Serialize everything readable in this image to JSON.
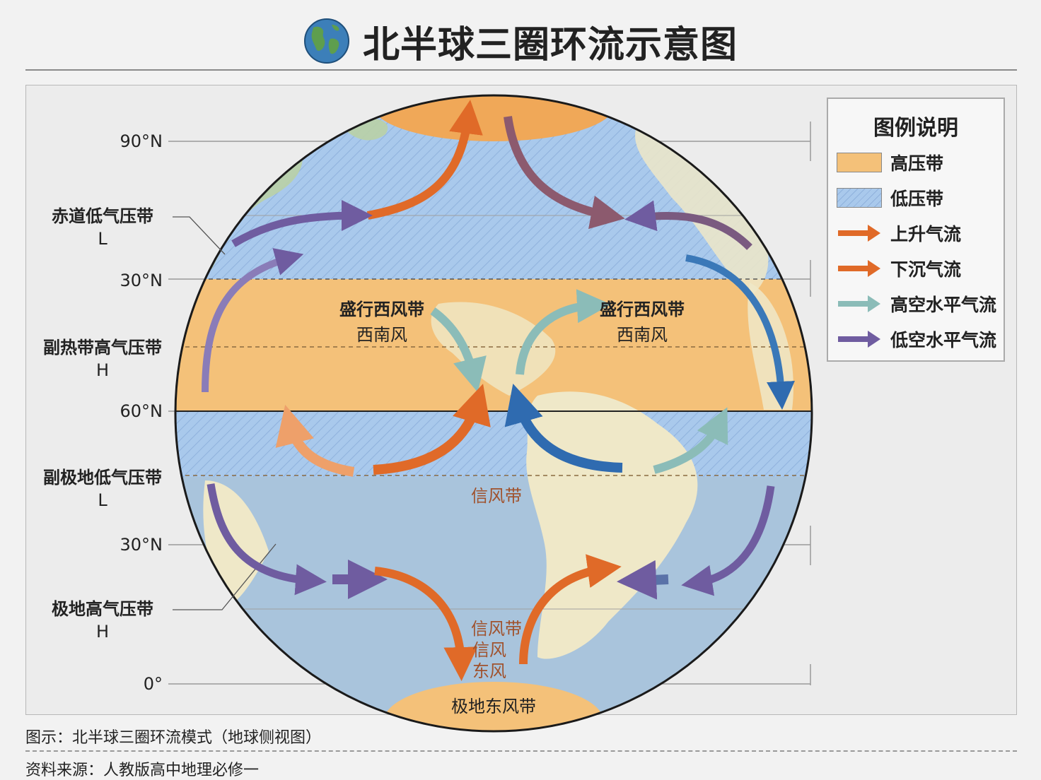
{
  "header": {
    "title": "北半球三圈环流示意图",
    "globe_icon": "globe-icon"
  },
  "latitudes": [
    "90°N",
    "30°N",
    "60°N",
    "30°N",
    "0°"
  ],
  "zones": [
    {
      "name": "赤道低气压带",
      "code": "L"
    },
    {
      "name": "副热带高气压带",
      "code": "H"
    },
    {
      "name": "副极地低气压带",
      "code": "L"
    },
    {
      "name": "极地高气压带",
      "code": "H"
    }
  ],
  "legend": {
    "title": "图例说明",
    "items": [
      {
        "label": "高压带",
        "color": "#f4c179",
        "kind": "swatch"
      },
      {
        "label": "低压带",
        "color": "#a9c9ec",
        "kind": "hatched-swatch"
      },
      {
        "label": "上升气流",
        "color": "#e06a28",
        "kind": "arrow"
      },
      {
        "label": "下沉气流",
        "color": "#e06a28",
        "kind": "arrow"
      },
      {
        "label": "高空水平气流",
        "color": "#8bbcb8",
        "kind": "arrow"
      },
      {
        "label": "低空水平气流",
        "color": "#6f5ca0",
        "kind": "arrow"
      }
    ]
  },
  "map_labels": {
    "westerlies_left": "盛行西风带",
    "sw_wind_left": "西南风",
    "westerlies_right": "盛行西风带",
    "sw_wind_right": "西南风",
    "trade_wind_upper": "信风带",
    "trade_wind_lower_1": "信风带",
    "trade_wind_lower_2": "信风",
    "trade_wind_lower_3": "东风",
    "polar_easterlies": "极地东风带"
  },
  "captions": {
    "figure": "图示：北半球三圈环流模式（地球侧视图）",
    "source": "资料来源：人教版高中地理必修一"
  },
  "colors": {
    "high_pressure": "#f4c179",
    "low_pressure": "#a9c9ec",
    "ocean_deep": "#a9c4dc",
    "land": "#efe8c8",
    "rising_arrow": "#e06a28",
    "upper_arrow": "#8bbcb8",
    "lower_arrow": "#6f5ca0",
    "blue_arrow": "#2f6bb0"
  }
}
